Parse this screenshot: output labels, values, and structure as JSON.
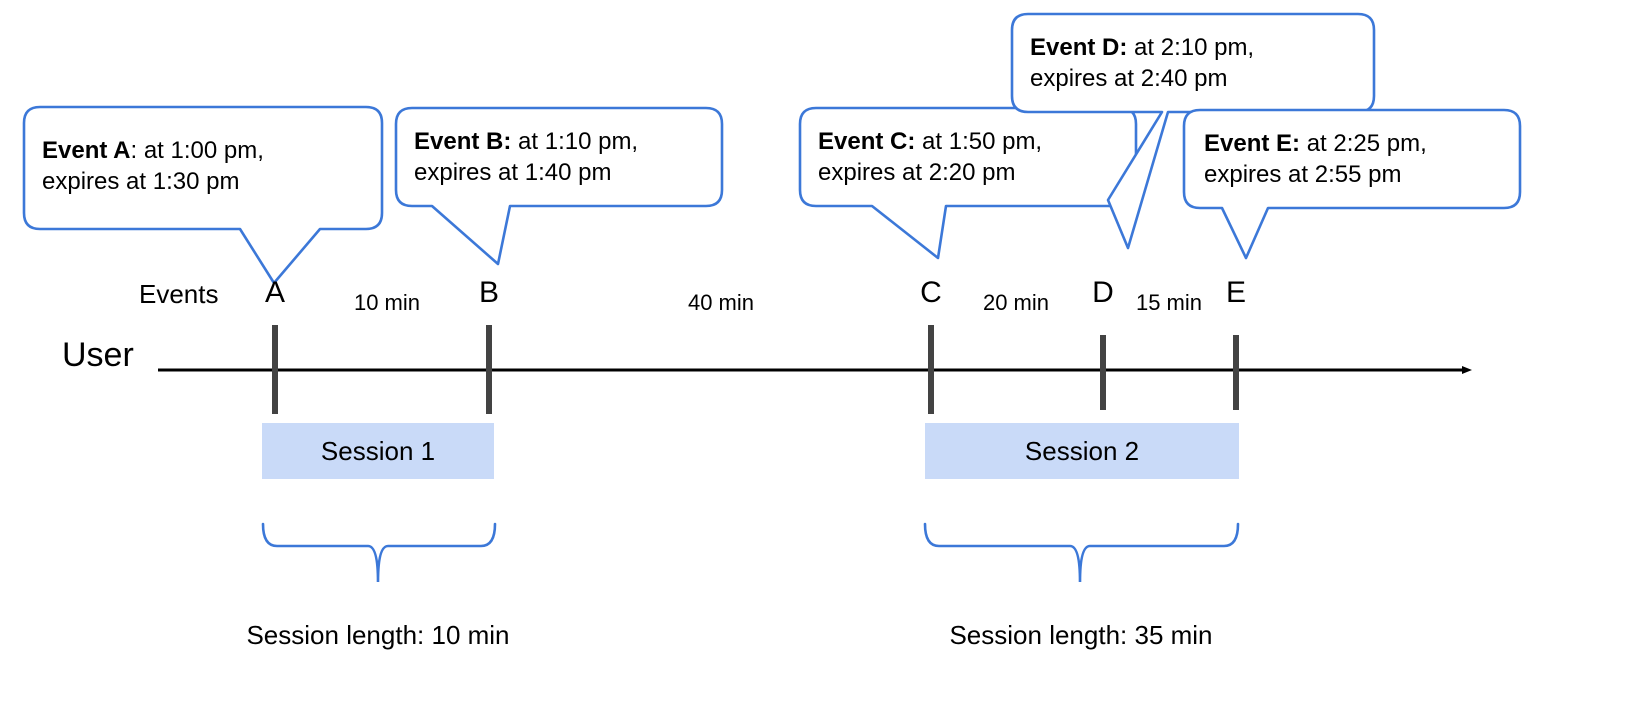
{
  "colors": {
    "callout_border": "#3c78d8",
    "session_fill": "#c9daf8",
    "axis": "#000000",
    "tick": "#434343",
    "brace": "#3c78d8"
  },
  "axis": {
    "row_label": "User",
    "events_label": "Events"
  },
  "callouts": [
    {
      "id": "A",
      "lead": "Event A",
      "sep": ": ",
      "line1": "at 1:00 pm,",
      "line2": "expires at 1:30 pm"
    },
    {
      "id": "B",
      "lead": "Event B:",
      "sep": " ",
      "line1": "at 1:10 pm,",
      "line2": "expires at 1:40 pm"
    },
    {
      "id": "C",
      "lead": "Event C:",
      "sep": " ",
      "line1": "at 1:50 pm,",
      "line2": "expires at 2:20 pm"
    },
    {
      "id": "D",
      "lead": "Event D:",
      "sep": " ",
      "line1": "at 2:10 pm,",
      "line2": "expires at 2:40 pm"
    },
    {
      "id": "E",
      "lead": "Event E:",
      "sep": " ",
      "line1": "at 2:25 pm,",
      "line2": "expires at 2:55 pm"
    }
  ],
  "events": [
    {
      "letter": "A",
      "time": "1:00 pm",
      "expires": "1:30 pm"
    },
    {
      "letter": "B",
      "time": "1:10 pm",
      "expires": "1:40 pm"
    },
    {
      "letter": "C",
      "time": "1:50 pm",
      "expires": "2:20 pm"
    },
    {
      "letter": "D",
      "time": "2:10 pm",
      "expires": "2:40 pm"
    },
    {
      "letter": "E",
      "time": "2:25 pm",
      "expires": "2:55 pm"
    }
  ],
  "gaps": [
    {
      "from": "A",
      "to": "B",
      "label": "10 min"
    },
    {
      "from": "B",
      "to": "C",
      "label": "40 min"
    },
    {
      "from": "C",
      "to": "D",
      "label": "20 min"
    },
    {
      "from": "D",
      "to": "E",
      "label": "15 min"
    }
  ],
  "sessions": [
    {
      "name": "Session 1",
      "length_label": "Session length: 10 min"
    },
    {
      "name": "Session 2",
      "length_label": "Session length: 35 min"
    }
  ]
}
